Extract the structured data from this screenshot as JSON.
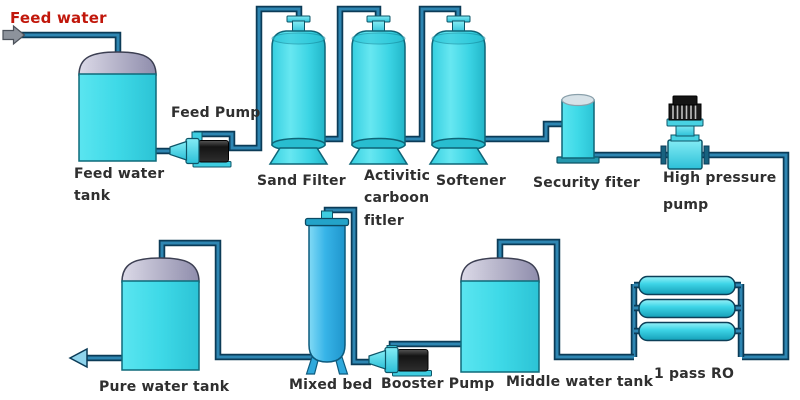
{
  "labels": {
    "feed_water_inlet": "Feed water",
    "feed_water_tank": "Feed water tank",
    "feed_pump": "Feed Pump",
    "sand_filter": "Sand Filter",
    "carbon_filter": "Activitic carboon fitler",
    "softener": "Softener",
    "security_filter": "Security fiter",
    "high_pressure_pump": "High pressure pump",
    "ro": "1 pass RO",
    "middle_water_tank": "Middle water tank",
    "booster_pump": "Booster Pump",
    "mixed_bed": "Mixed bed",
    "pure_water_tank": "Pure water tank"
  },
  "flow_sequence": [
    "Feed water",
    "Feed water tank",
    "Feed Pump",
    "Sand Filter",
    "Activitic carboon fitler",
    "Softener",
    "Security fiter",
    "High pressure pump",
    "1 pass RO",
    "Middle water tank",
    "Booster Pump",
    "Mixed bed",
    "Pure water tank"
  ],
  "arrows": {
    "inlet": {
      "name": "inlet-flow-arrow",
      "direction": "right"
    },
    "outlet": {
      "name": "outlet-flow-arrow",
      "direction": "left"
    }
  },
  "colors": {
    "equipment_cyan": "#3ed5e5",
    "mixed_bed_azure": "#37b4e8",
    "tank_dome_gray": "#b3b1c8",
    "pipe_fill": "#2e86b2",
    "pipe_outline": "#0b3b57",
    "pump_motor_black": "#1a1a1a",
    "label_text": "#2f2f2f",
    "feed_water_label_red": "#c1170b",
    "inlet_arrow": "#8d939c",
    "outlet_arrow": "#8fd4ec",
    "background": "#ffffff"
  }
}
